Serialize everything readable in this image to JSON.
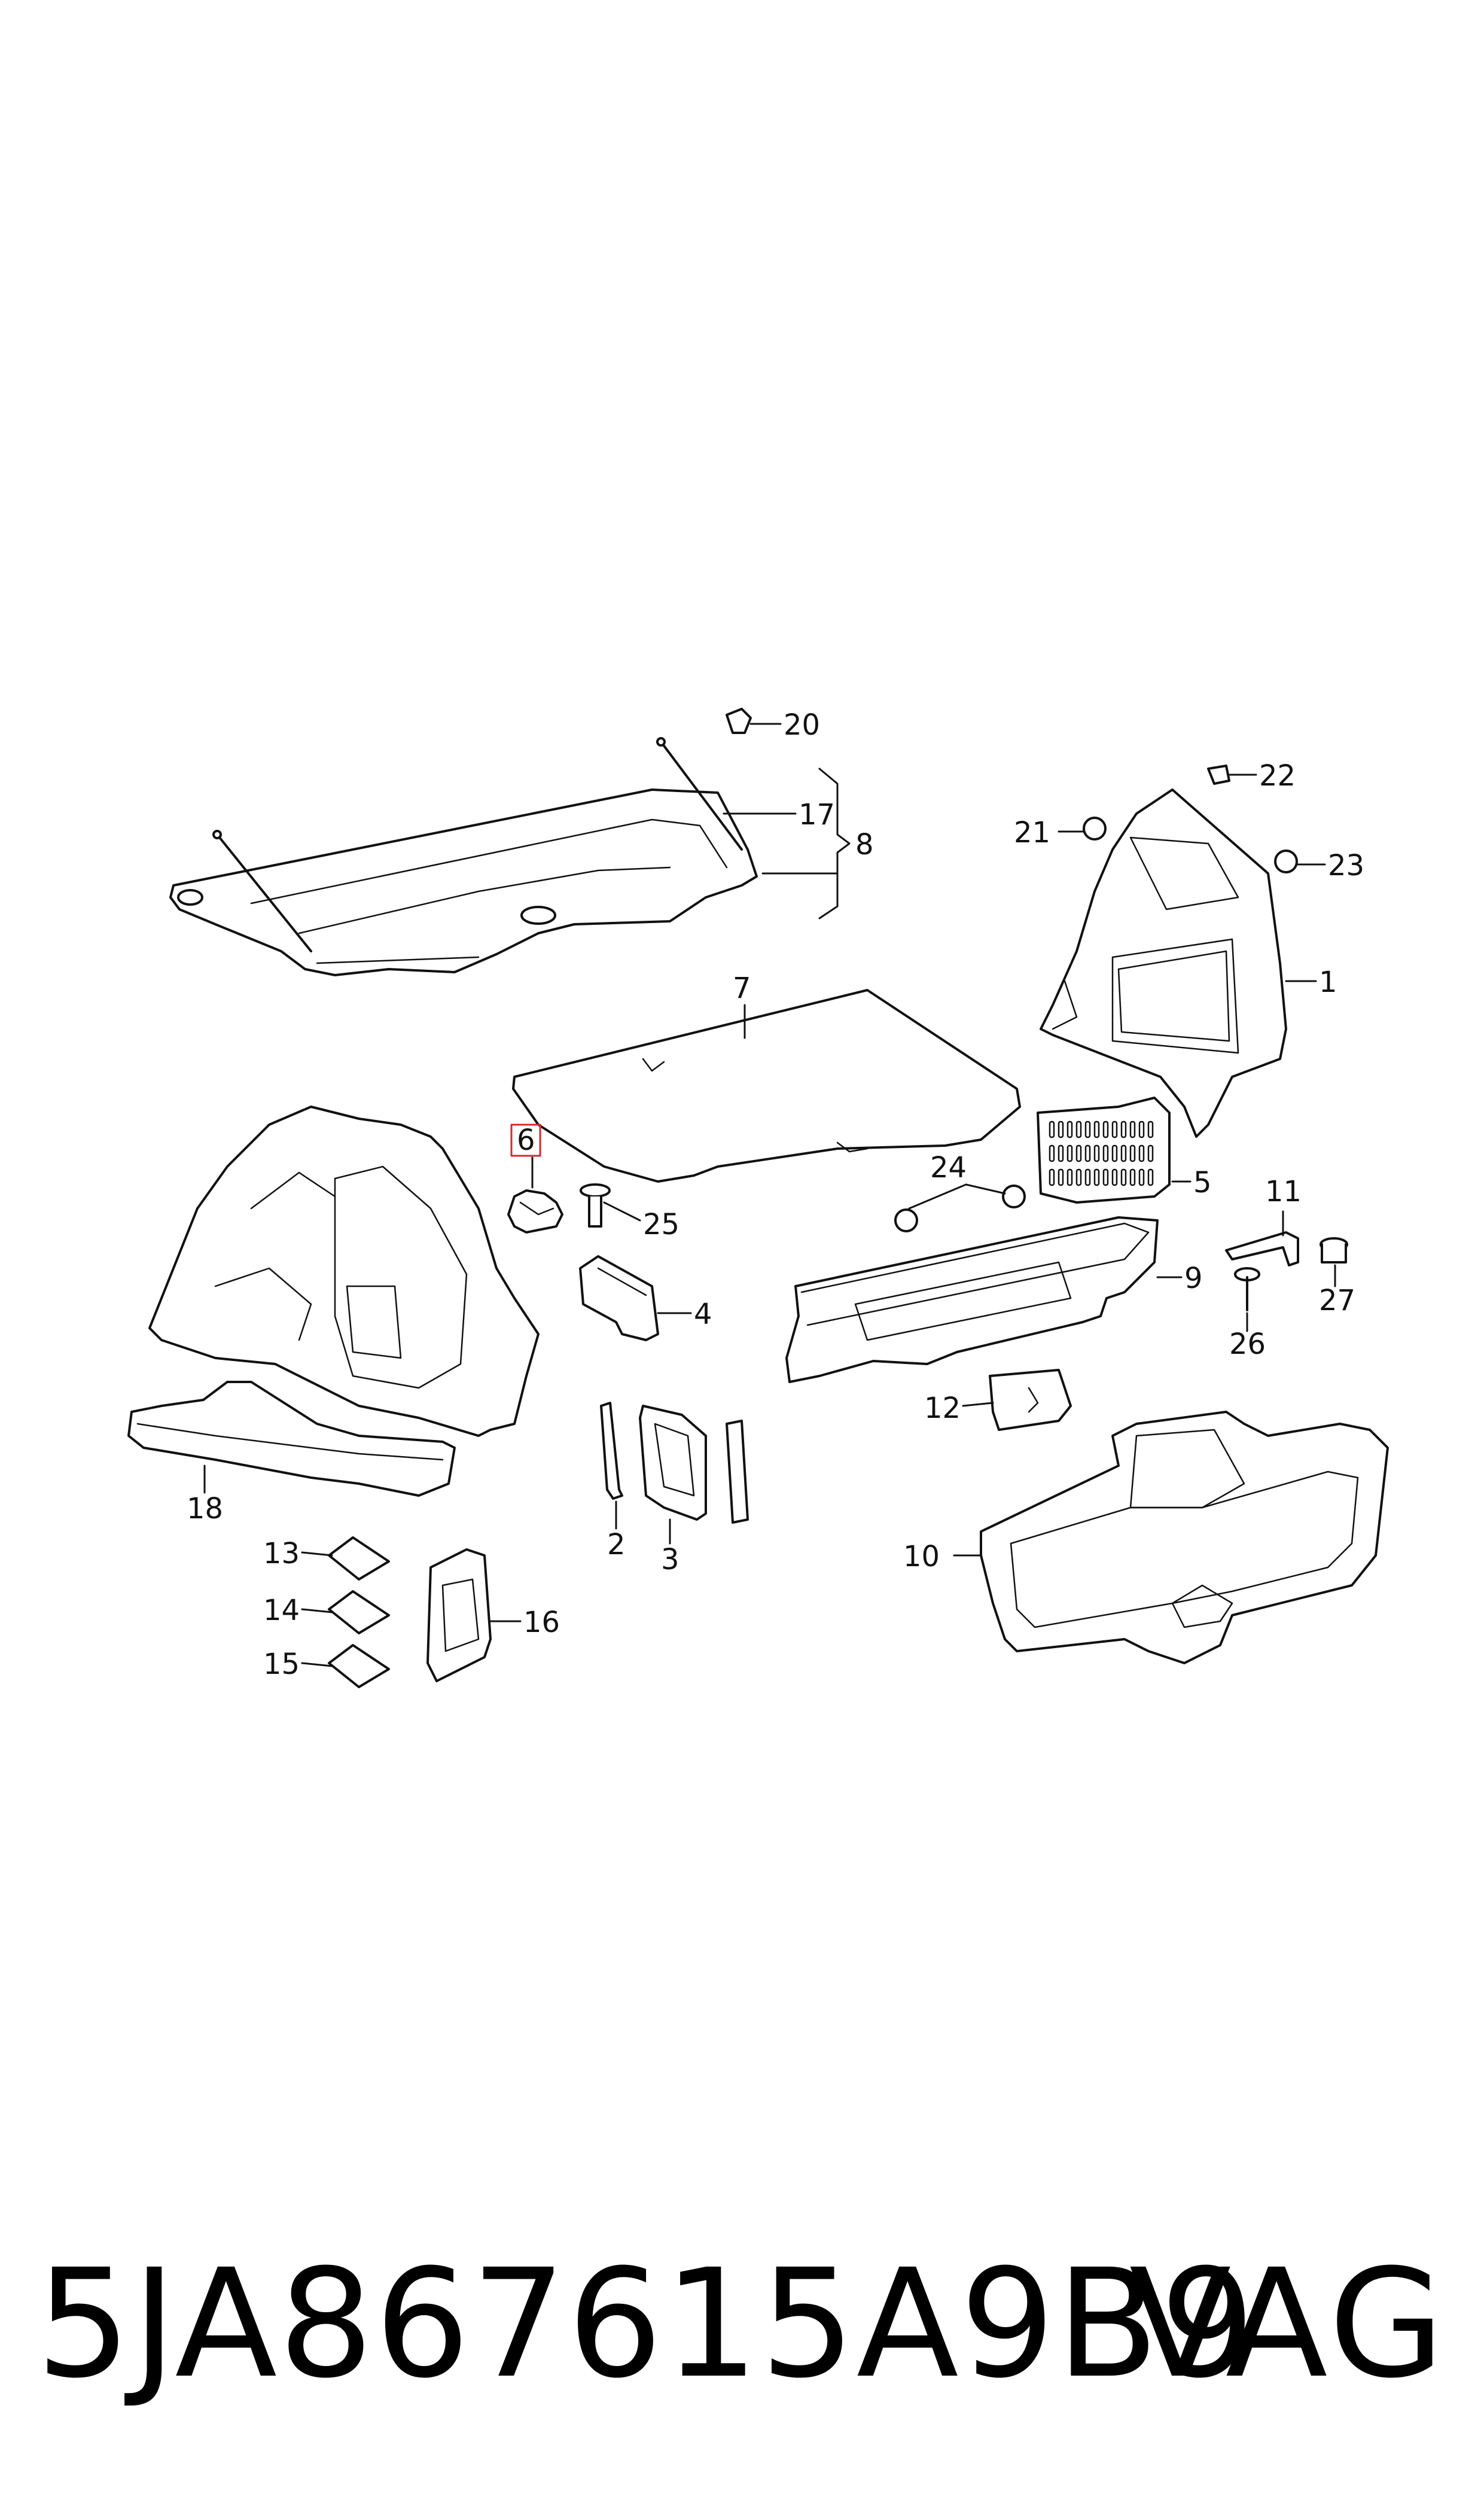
{
  "callouts": {
    "c1": "1",
    "c2": "2",
    "c3": "3",
    "c4": "4",
    "c5": "5",
    "c6": "6",
    "c7": "7",
    "c8": "8",
    "c9": "9",
    "c10": "10",
    "c11": "11",
    "c12": "12",
    "c13": "13",
    "c14": "14",
    "c15": "15",
    "c16": "16",
    "c17": "17",
    "c18": "18",
    "c20": "20",
    "c21": "21",
    "c22": "22",
    "c23": "23",
    "c24": "24",
    "c25": "25",
    "c26": "26",
    "c27": "27"
  },
  "highlighted_callout": "6",
  "highlight_color": "#d9262c",
  "footer": {
    "part_number": "5JA867615A9B9",
    "brand": "VAG"
  }
}
